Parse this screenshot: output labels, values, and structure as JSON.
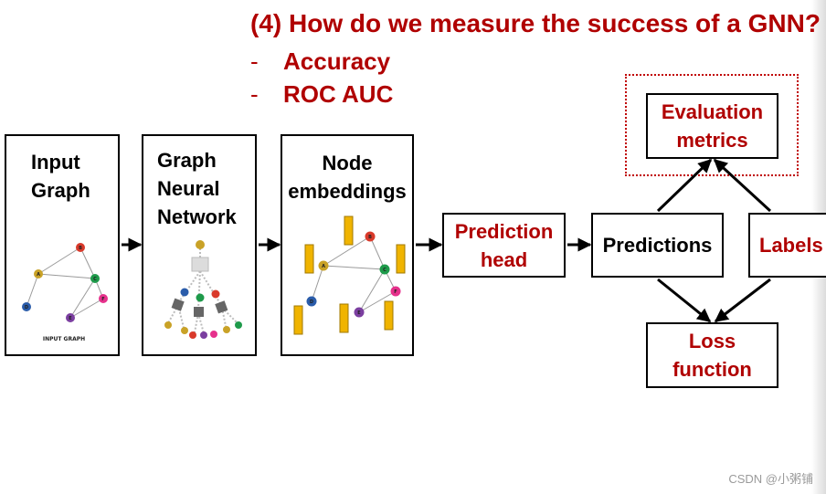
{
  "heading": "(4) How do we measure the success of a GNN?",
  "bullets": [
    {
      "dash": "-",
      "text": "Accuracy"
    },
    {
      "dash": "-",
      "text": "ROC AUC"
    }
  ],
  "panels": {
    "input_graph": {
      "title_line1": "Input",
      "title_line2": "Graph",
      "caption": "INPUT GRAPH"
    },
    "gnn": {
      "title_line1": "Graph",
      "title_line2": "Neural",
      "title_line3": "Network"
    },
    "embeddings": {
      "title_line1": "Node",
      "title_line2": "embeddings"
    }
  },
  "nodes": {
    "a": "A",
    "b": "B",
    "c": "C",
    "d": "D",
    "e": "E",
    "f": "F"
  },
  "boxes": {
    "prediction_head": {
      "line1": "Prediction",
      "line2": "head"
    },
    "predictions": "Predictions",
    "labels": "Labels",
    "evaluation": {
      "line1": "Evaluation",
      "line2": "metrics"
    },
    "loss": {
      "line1": "Loss",
      "line2": "function"
    }
  },
  "colors": {
    "accent_red": "#b00000",
    "dotted_red": "#c00000",
    "embedding_gold": "#f0b400",
    "node_a": "#c9a227",
    "node_b": "#d93a2b",
    "node_c": "#1e9a4a",
    "node_d": "#2a5caa",
    "node_e": "#7b3fa0",
    "node_f": "#e6318c"
  },
  "watermark": "CSDN @小粥铺"
}
